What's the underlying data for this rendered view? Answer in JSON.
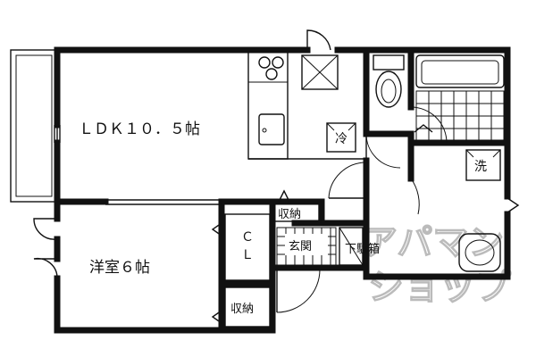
{
  "rooms": {
    "ldk": "ＬＤＫ１０．５帖",
    "western": "洋室６帖",
    "closet_cl_1": "Ｃ",
    "closet_cl_2": "Ｌ",
    "storage_1": "収納",
    "storage_2": "収納",
    "entrance": "玄関",
    "shoe_box": "下駄箱"
  },
  "fixtures": {
    "refrigerator": "冷",
    "washer": "洗"
  },
  "watermark": {
    "line1": "アパマン",
    "line2": "ショップ"
  }
}
